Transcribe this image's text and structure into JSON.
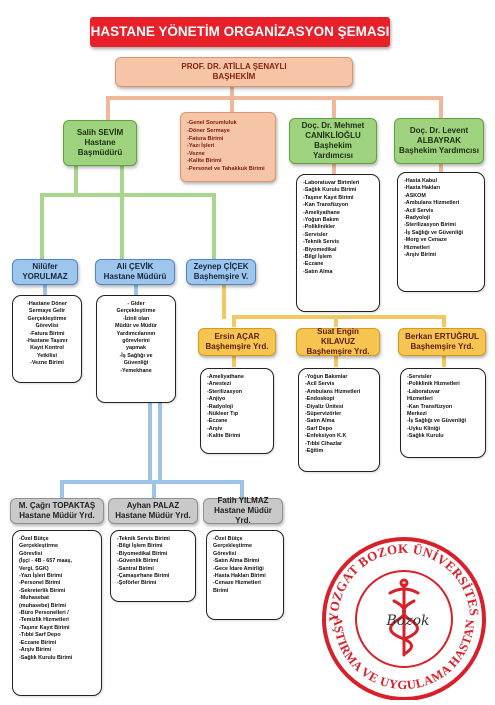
{
  "title": "HASTANE YÖNETİM ORGANİZASYON ŞEMASI",
  "chief": {
    "name": "PROF. DR. ATİLLA ŞENAYLI",
    "role": "BAŞHEKİM"
  },
  "general_list": [
    "-Genel Sorumluluk",
    "-Döner Sermaye",
    "-Fatura Birimi",
    "-Yazı İşleri",
    "-Vezne",
    "-Kalite Birimi",
    "-Personel ve Tahakkuk Birimi"
  ],
  "director": {
    "name": "Salih SEVİM",
    "role_line1": "Hastane",
    "role_line2": "Başmüdürü"
  },
  "deputy1": {
    "name_line1": "Doç. Dr. Mehmet",
    "name_line2": "CANİKLİOĞLU",
    "role": "Başhekim Yardımcısı"
  },
  "deputy2": {
    "name_line1": "Doç. Dr. Levent",
    "name_line2": "ALBAYRAK",
    "role": "Başhekim Yardımcısı"
  },
  "deputy1_list": [
    "-Laboratuvar Birimleri",
    "-Sağlık Kurulu Birimi",
    "-Taşınır Kayıt Birimi",
    "-Kan Transfüzyon",
    "-Ameliyathane",
    "-Yoğun Bakım",
    "-Poliklinikler",
    "-Servisler",
    "-Teknik Servis",
    "-Biyomedikal",
    "-Bilgi İşlem",
    "-Eczane",
    "-Satın Alma"
  ],
  "deputy2_list": [
    "-Hasta Kabul",
    "-Hasta Hakları",
    "-ASKOM",
    "-Ambulans Hizmetleri",
    "-Acil Servis",
    "-Radyoloji",
    "-Sterilizasyon Birimi",
    "-İş Sağlığı ve Güvenliği",
    "-Morg ve Cenaze",
    "Hizmetleri",
    "-Arşiv Birimi"
  ],
  "asst1": {
    "name_line1": "Nilüfer",
    "name_line2": "YORULMAZ"
  },
  "asst1_list": [
    "-Hastane Döner",
    "Sermaye Gelir",
    "Gerçekleştirme",
    "Görevlisi",
    "-Fatura Birimi",
    "-Hastane Taşınır",
    "Kayıt Kontrol",
    "Yetkilisi",
    "-Vezne Birimi"
  ],
  "asst2": {
    "name": "Ali ÇEVİK",
    "role": "Hastane Müdürü"
  },
  "asst2_list": [
    "- Gider",
    "Gerçekleştirme",
    "-İzinli olan",
    "Müdür ve Müdür",
    "Yardımcılarının",
    "görevlerini",
    "yapmak",
    "-İş Sağlığı ve",
    "Güvenliği",
    "-Yemekhane"
  ],
  "head_nurse": {
    "name": "Zeynep ÇİÇEK",
    "role": "Başhemşire V."
  },
  "nurses": [
    {
      "name": "Ersin AÇAR",
      "role": "Başhemşire Yrd.",
      "list": [
        "-Ameliyathane",
        "-Anestezi",
        "-Sterilizasyon",
        "-Anjiyo",
        "-Radyoloji",
        "-Nükleer Tıp",
        "-Eczane",
        "-Arşiv",
        "-Kalite Birimi"
      ]
    },
    {
      "name": "Suat Engin KILAVUZ",
      "role": "Başhemşire Yrd.",
      "list": [
        "-Yoğun Bakımlar",
        "-Acil Servis",
        "-Ambulans Hizmetleri",
        "-Endoskopi",
        "-Diyaliz Ünitesi",
        "-Süpervizörler",
        "-Satın Alma",
        "-Sarf Depo",
        "-Enfeksiyon K.K",
        "-Tıbbi Cihazlar",
        "-Eğitim"
      ]
    },
    {
      "name": "Berkan ERTUĞRUL",
      "role": "Başhemşire Yrd.",
      "list": [
        "-Servisler",
        "-Poliklinik Hizmetleri",
        "-Laboratuvar",
        "Hizmetleri",
        "-Kan Transfüzyon",
        "Merkezi",
        "-İş Sağlığı ve Güvenliği",
        "-Uyku Kliniği",
        "-Sağlık Kurulu"
      ]
    }
  ],
  "managers": [
    {
      "name": "M. Çağrı TOPAKTAŞ",
      "role": "Hastane Müdür Yrd.",
      "list": [
        "-Özel Bütçe",
        "Gerçekleştirme",
        "Görevlisi",
        "(İşçi - 4B - 657 maaş,",
        "Vergi, SGK)",
        "-Yazı İşleri Birimi",
        "-Personel Birimi",
        "-Sekreterlik Birimi",
        "-Muhasebat",
        "(muhasebe) Birimi",
        "-Büro Personelleri /",
        "-Temizlik Hizmetleri",
        "-Taşınır Kayıt Birimi",
        "-Tıbbi Sarf Depo",
        "-Eczane Birimi",
        "-Arşiv Birimi",
        "-Sağlık Kurulu Birimi"
      ]
    },
    {
      "name": "Ayhan PALAZ",
      "role": "Hastane Müdür Yrd.",
      "list": [
        "-Teknik Servis Birimi",
        "-Bilgi İşlem Birimi",
        "-Biyomedikal Birimi",
        "-Güvenlik Birimi",
        "-Santral Birimi",
        "-Çamaşırhane Birimi",
        "-Şoförler Birimi"
      ]
    },
    {
      "name": "Fatih YILMAZ",
      "role": "Hastane Müdür Yrd.",
      "list": [
        "-Özel Bütçe",
        "Gerçekleştirme",
        "Görevlisi",
        "-Satın Alma Birimi",
        "-Gece İdare Amirliği",
        "-Hasta Hakları Birimi",
        "-Cenaze Hizmetleri",
        "Birimi"
      ]
    }
  ],
  "seal": {
    "top_text": "YOZGAT BOZOK ÜNİVERSİTESİ",
    "bottom_text": "ARAŞTIRMA VE UYGULAMA HASTANESİ",
    "signature": "Bozok",
    "color": "#d8202a"
  }
}
